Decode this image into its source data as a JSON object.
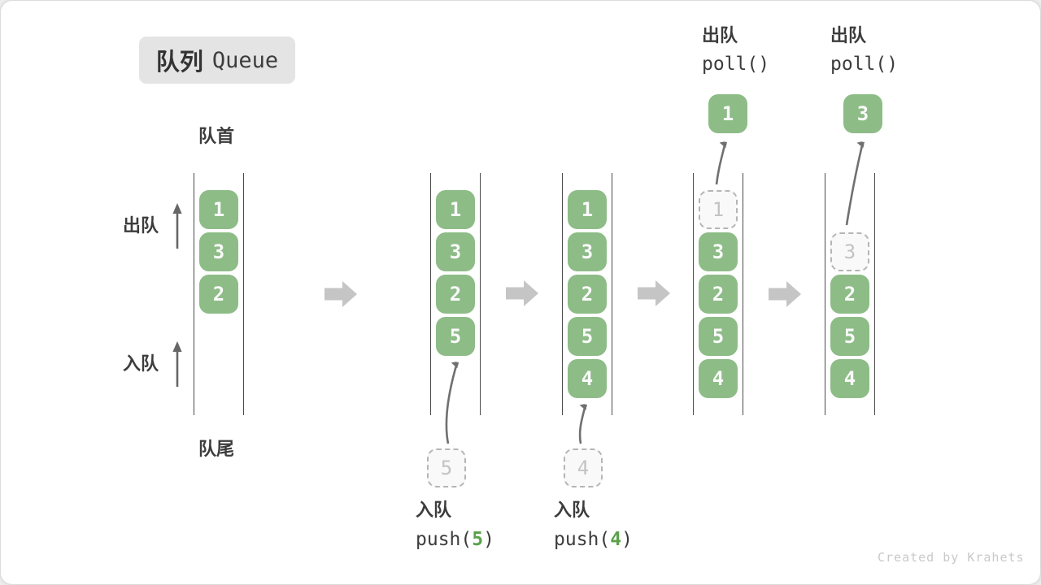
{
  "header": {
    "badge_zh": "队列",
    "badge_en": "Queue"
  },
  "side_labels": {
    "front": "队首",
    "rear": "队尾",
    "dequeue": "出队",
    "enqueue": "入队"
  },
  "queues": {
    "q1": [
      "1",
      "3",
      "2"
    ],
    "q2": [
      "1",
      "3",
      "2",
      "5"
    ],
    "q2_incoming": "5",
    "q3": [
      "1",
      "3",
      "2",
      "5",
      "4"
    ],
    "q3_incoming": "4",
    "q4": [
      "3",
      "2",
      "5",
      "4"
    ],
    "q4_dashed": "1",
    "q4_popped": "1",
    "q5": [
      "2",
      "5",
      "4"
    ],
    "q5_dashed": "3",
    "q5_popped": "3"
  },
  "ops": {
    "enqueue5": {
      "label": "入队",
      "fn": "push(",
      "arg": "5",
      "end": ")"
    },
    "enqueue4": {
      "label": "入队",
      "fn": "push(",
      "arg": "4",
      "end": ")"
    },
    "dequeue1": {
      "label": "出队",
      "code": "poll()"
    },
    "dequeue3": {
      "label": "出队",
      "code": "poll()"
    }
  },
  "footer": {
    "watermark": "Created by Krahets"
  },
  "colors": {
    "box_green": "#8dbc87",
    "accent_green": "#5ba14b",
    "channel_line": "#4b4b4b",
    "flow_arrow_gray": "#c5c5c5"
  }
}
